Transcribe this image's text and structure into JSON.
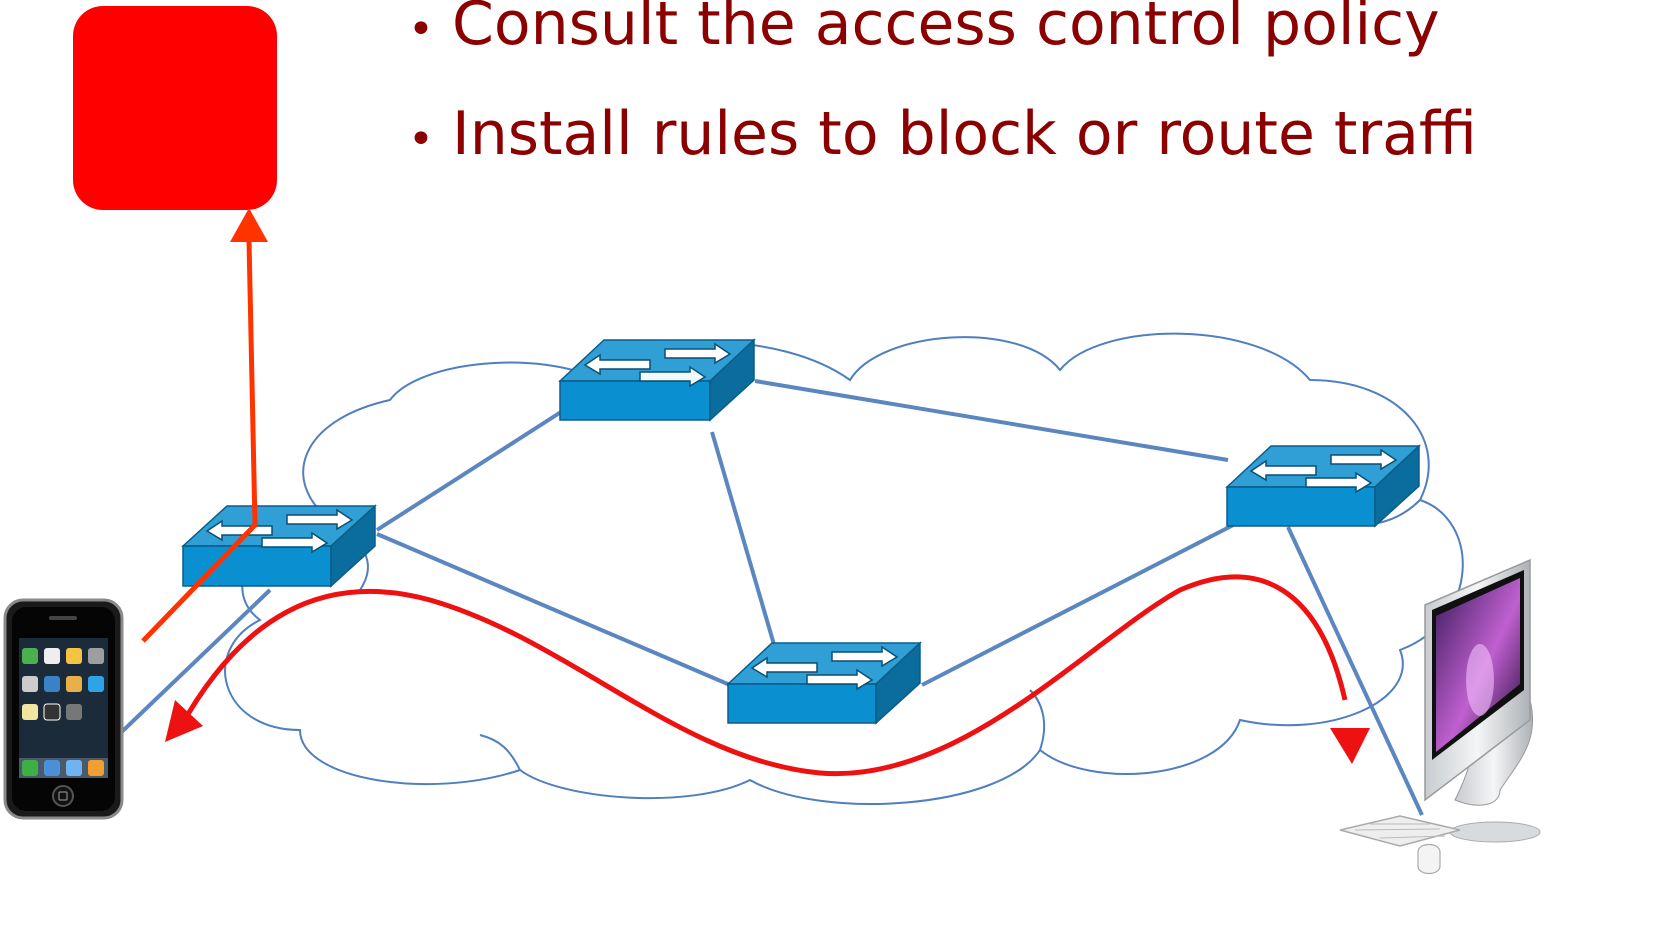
{
  "bullets": [
    "Consult the access control policy",
    "Install rules to block or route traffi"
  ],
  "bullet_symbol": "•",
  "colors": {
    "bullet_text": "#8b0000",
    "controller_box": "#ff0000",
    "up_arrow": "#ff3300",
    "traffic_path": "#ee1111",
    "cloud_outline": "#4f7fbf",
    "links": "#5b86c0",
    "switch_top": "#2f9fd6",
    "switch_front": "#0a8fd0",
    "switch_side": "#0b6d9d"
  },
  "elements": {
    "controller": "controller-box",
    "switches": [
      "switch-left",
      "switch-top",
      "switch-right",
      "switch-bottom"
    ],
    "endpoints": [
      "phone-icon",
      "desktop-computer-icon"
    ],
    "arrows": [
      "up-arrow-to-controller",
      "traffic-path-arrow"
    ]
  }
}
